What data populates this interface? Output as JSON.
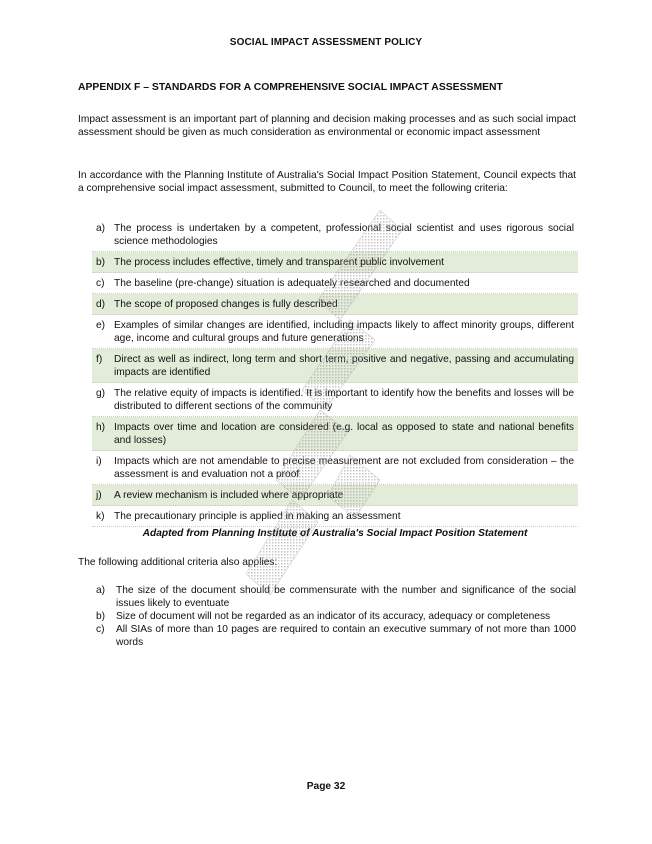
{
  "header": {
    "title": "SOCIAL IMPACT ASSESSMENT POLICY"
  },
  "appendix_title": "APPENDIX F – STANDARDS FOR A COMPREHENSIVE SOCIAL IMPACT ASSESSMENT",
  "intro": "Impact assessment is an important part of planning and decision making processes and as such social impact assessment should be given as much consideration as environmental or economic impact assessment",
  "accordance": "In accordance with the Planning Institute of Australia's Social Impact Position Statement, Council expects that a comprehensive social impact assessment, submitted to Council, to meet the following criteria:",
  "criteria": [
    {
      "letter": "a)",
      "text": "The process is undertaken by a competent, professional social scientist and uses rigorous social science methodologies"
    },
    {
      "letter": "b)",
      "text": "The process includes effective, timely and transparent public involvement"
    },
    {
      "letter": "c)",
      "text": "The baseline (pre-change) situation is adequately researched and documented"
    },
    {
      "letter": "d)",
      "text": "The scope of proposed changes is fully described"
    },
    {
      "letter": "e)",
      "text": "Examples of similar changes are identified, including impacts likely to affect minority groups, different age, income and cultural groups and future generations"
    },
    {
      "letter": "f)",
      "text": "Direct as well as indirect, long term and short term, positive and negative, passing and accumulating impacts are identified"
    },
    {
      "letter": "g)",
      "text": "The relative equity of impacts is identified. It is important to identify how the benefits and losses will be distributed to different sections of the community"
    },
    {
      "letter": "h)",
      "text": "Impacts over time and location are considered (e.g. local as opposed to state and national benefits and losses)"
    },
    {
      "letter": "i)",
      "text": "Impacts which are not amendable to precise measurement are not excluded from consideration – the assessment is and evaluation not a proof"
    },
    {
      "letter": "j)",
      "text": "A review mechanism is included where appropriate"
    },
    {
      "letter": "k)",
      "text": "The precautionary principle is applied in making an assessment"
    }
  ],
  "adapted": "Adapted from Planning Institute of Australia's Social Impact Position Statement",
  "additional_intro": "The following additional criteria also applies:",
  "additional": [
    {
      "letter": "a)",
      "text": "The size of the document should be commensurate with the number and significance of the social issues likely to eventuate"
    },
    {
      "letter": "b)",
      "text": "Size of document will not be regarded as an indicator of its accuracy, adequacy or completeness"
    },
    {
      "letter": "c)",
      "text": "All SIAs of more than 10 pages are required to contain an executive summary of not more than 1000 words"
    }
  ],
  "footer": {
    "page": "Page 32"
  }
}
